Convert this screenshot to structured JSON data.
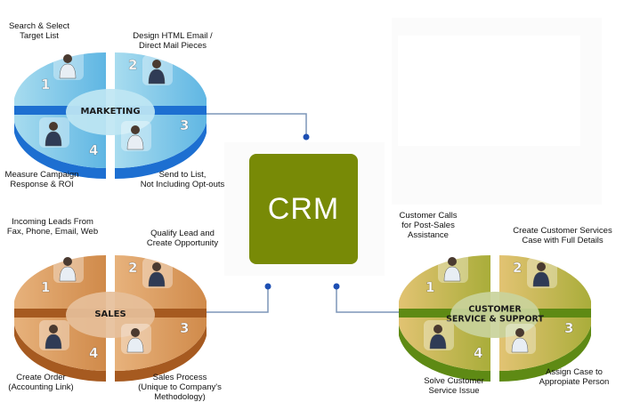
{
  "center": {
    "label": "CRM",
    "color": "#788a06"
  },
  "connector_color": "#7d96b8",
  "dot_color": "#1d4fb3",
  "cycles": [
    {
      "id": "marketing",
      "title": "MARKETING",
      "colors": {
        "light": "#a8dcef",
        "mid": "#5fb6e3",
        "dark": "#1d6fd1",
        "hub": "#bfe6f3"
      },
      "steps": [
        {
          "number": "1",
          "lines": [
            "Search & Select",
            "Target List"
          ],
          "icon": "business-people-at-desk-icon"
        },
        {
          "number": "2",
          "lines": [
            "Design HTML Email /",
            "Direct Mail Pieces"
          ],
          "icon": "designer-at-computer-icon"
        },
        {
          "number": "3",
          "lines": [
            "Send to List,",
            "Not Including Opt-outs"
          ],
          "icon": "computer-with-mail-icon"
        },
        {
          "number": "4",
          "lines": [
            "Measure Campaign",
            "Response & ROI"
          ],
          "icon": "chart-with-clock-icon"
        }
      ]
    },
    {
      "id": "sales",
      "title": "SALES",
      "colors": {
        "light": "#e7b27c",
        "mid": "#d08a4a",
        "dark": "#a65a20",
        "hub": "#e6bf9a"
      },
      "steps": [
        {
          "number": "1",
          "lines": [
            "Incoming Leads From",
            "Fax, Phone, Email, Web"
          ],
          "icon": "man-on-phone-icon"
        },
        {
          "number": "2",
          "lines": [
            "Qualify Lead and",
            "Create Opportunity"
          ],
          "icon": "woman-at-computer-icon"
        },
        {
          "number": "3",
          "lines": [
            "Sales Process",
            "(Unique to Company's",
            "Methodology)"
          ],
          "icon": "sales-meeting-icon"
        },
        {
          "number": "4",
          "lines": [
            "Create Order",
            "(Accounting Link)"
          ],
          "icon": "handshake-icon"
        }
      ]
    },
    {
      "id": "customer-service",
      "title": "CUSTOMER SERVICE & SUPPORT",
      "title_lines": [
        "CUSTOMER",
        "SERVICE & SUPPORT"
      ],
      "colors": {
        "light": "#e2c373",
        "mid": "#a9ad3a",
        "dark": "#5e8a14",
        "hub": "#c9d39b"
      },
      "steps": [
        {
          "number": "1",
          "lines": [
            "Customer Calls",
            "for Post-Sales",
            "Assistance"
          ],
          "icon": "man-calling-icon"
        },
        {
          "number": "2",
          "lines": [
            "Create Customer Services",
            "Case with Full Details"
          ],
          "icon": "agent-with-headset-icon"
        },
        {
          "number": "3",
          "lines": [
            "Assign Case to",
            "Appropiate Person"
          ],
          "icon": "agent-with-papers-icon"
        },
        {
          "number": "4",
          "lines": [
            "Solve Customer",
            "Service Issue"
          ],
          "icon": "woman-on-phone-icon"
        }
      ]
    }
  ]
}
